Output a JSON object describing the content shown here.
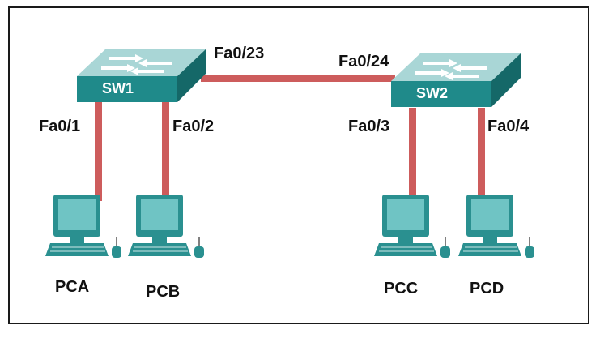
{
  "colors": {
    "link": "#cd5c5c",
    "switch_top": "#a9d6d6",
    "switch_front": "#1f8a8a",
    "switch_side": "#156868",
    "pc_body": "#2a9090",
    "pc_screen": "#6fc4c4",
    "frame": "#1a1a1a"
  },
  "switches": [
    {
      "id": "sw1",
      "label": "SW1",
      "icon": "switch-icon"
    },
    {
      "id": "sw2",
      "label": "SW2",
      "icon": "switch-icon"
    }
  ],
  "pcs": [
    {
      "id": "pca",
      "label": "PCA",
      "icon": "pc-icon"
    },
    {
      "id": "pcb",
      "label": "PCB",
      "icon": "pc-icon"
    },
    {
      "id": "pcc",
      "label": "PCC",
      "icon": "pc-icon"
    },
    {
      "id": "pcd",
      "label": "PCD",
      "icon": "pc-icon"
    }
  ],
  "links": [
    {
      "from": "SW1",
      "to": "SW2",
      "ports": [
        "Fa0/23",
        "Fa0/24"
      ]
    },
    {
      "from": "SW1",
      "to": "PCA",
      "port": "Fa0/1"
    },
    {
      "from": "SW1",
      "to": "PCB",
      "port": "Fa0/2"
    },
    {
      "from": "SW2",
      "to": "PCC",
      "port": "Fa0/3"
    },
    {
      "from": "SW2",
      "to": "PCD",
      "port": "Fa0/4"
    }
  ]
}
